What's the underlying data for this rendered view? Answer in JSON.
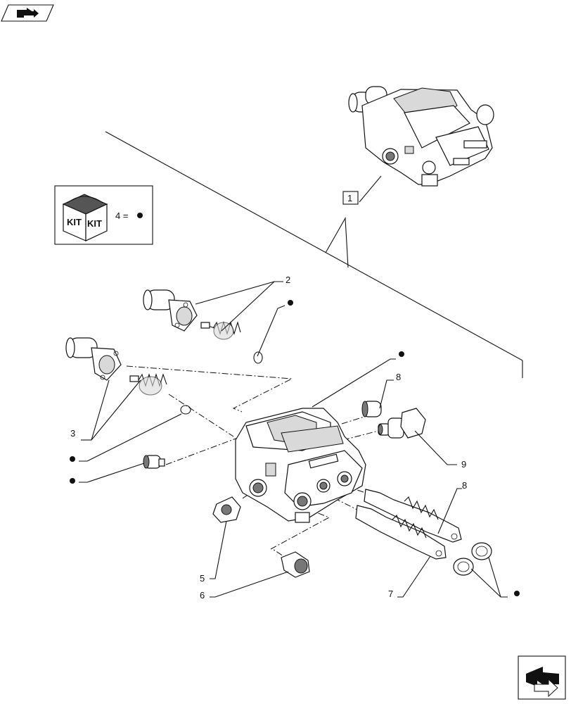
{
  "kit_box": {
    "kit_word_left": "KIT",
    "kit_word_right": "KIT",
    "equation": "4 ="
  },
  "callouts": {
    "assembly_ref": "1",
    "item_2": "2",
    "item_3": "3",
    "item_5": "5",
    "item_6": "6",
    "item_7": "7",
    "item_8_plug": "8",
    "item_8_spool": "8",
    "item_9": "9"
  },
  "icons": [
    "back-navigation-icon",
    "forward-navigation-icon",
    "kit-box-icon",
    "kit-dot-icon"
  ]
}
